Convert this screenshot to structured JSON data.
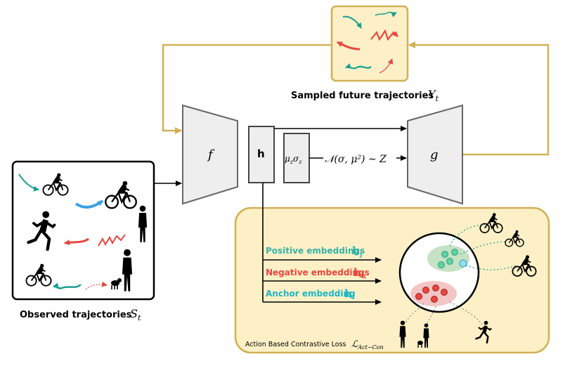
{
  "labels": {
    "observed_prefix": "Observed trajectories",
    "observed_var": "S",
    "observed_sub": "t",
    "sampled_prefix": "Sampled future trajectories",
    "sampled_var": "Y",
    "sampled_sub": "t",
    "encoder": "f",
    "decoder": "g",
    "hidden": "h",
    "mu_sigma": "μ",
    "mu_sub": "z",
    "sigma_char": "σ",
    "sigma_sub": "z",
    "latent_eq": "𝒩(σ, μ²) ∼ Z",
    "positive_text": "Positive embeddings",
    "positive_var": "h",
    "positive_sub": "j",
    "negative_text": "Negative embeddings",
    "negative_var": "h",
    "negative_sub": "k",
    "anchor_text": "Anchor embedding",
    "anchor_var": "h",
    "anchor_sub": "i",
    "loss_text": "Action Based Contrastive Loss",
    "loss_var": "ℒ",
    "loss_sub": "Act−Con"
  },
  "colors": {
    "gold": "#d1b155",
    "panel_fill": "#fdf0c6",
    "future_fill": "#fdf0c6",
    "teal": "#1a9e91",
    "red": "#e8463f",
    "blue": "#3aa0e6",
    "positive_text": "#35b3a6",
    "negative_text": "#e8463f",
    "anchor_text": "#1fb6c3",
    "green_blob": "#c6e2c4",
    "red_blob": "#f3c6c6",
    "green_dot": "#5dd3a4",
    "red_dot": "#e8463f",
    "cyan_dot": "#8fe1ee",
    "block_fill": "#eeeeee",
    "block_stroke": "#666666"
  },
  "icons": [
    "cyclist-icon",
    "pedestrian-icon",
    "runner-icon",
    "dog-walker-icon",
    "trajectory-arrow-icon"
  ]
}
